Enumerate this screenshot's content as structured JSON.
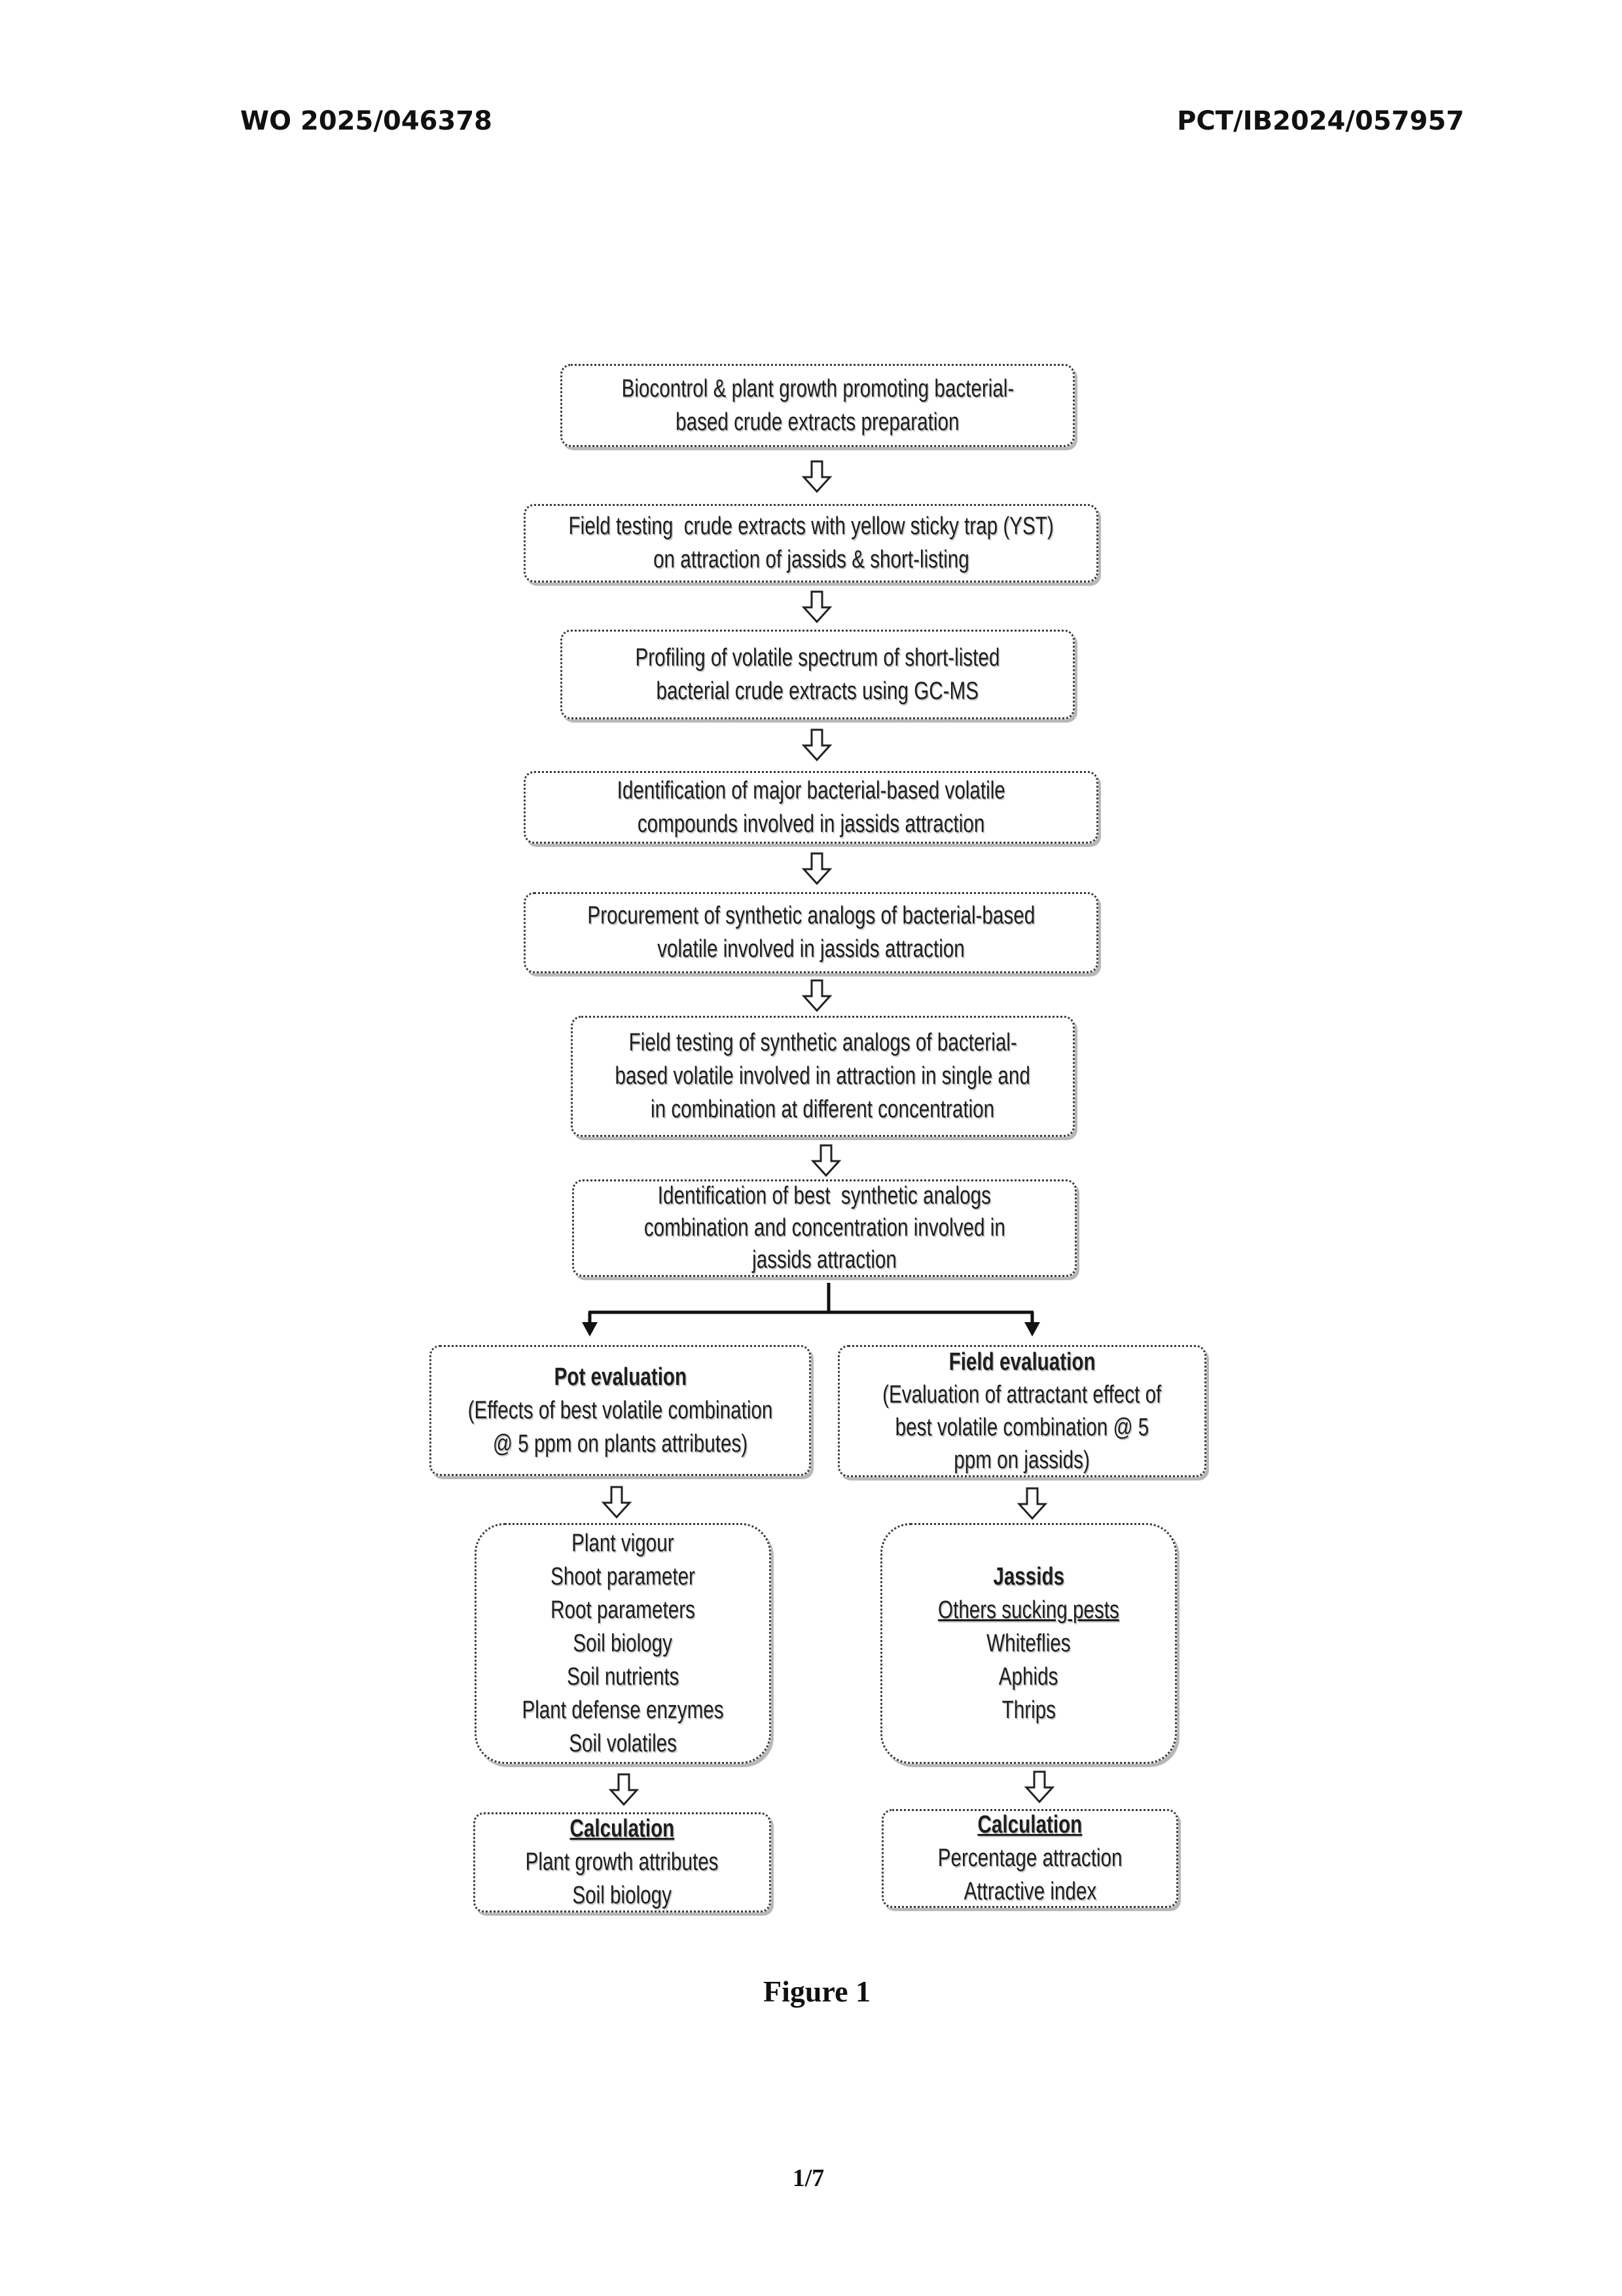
{
  "header": {
    "publication_number": "WO 2025/046378",
    "application_number": "PCT/IB2024/057957"
  },
  "flowchart": {
    "steps": [
      [
        "Biocontrol & plant growth promoting bacterial-",
        "based crude extracts preparation"
      ],
      [
        "Field testing  crude extracts with yellow sticky trap (YST)",
        "on attraction of jassids & short-listing"
      ],
      [
        "Profiling of volatile spectrum of short-listed",
        "bacterial crude extracts using GC-MS"
      ],
      [
        "Identification of major bacterial-based volatile",
        "compounds involved in jassids attraction"
      ],
      [
        "Procurement of synthetic analogs of bacterial-based",
        "volatile involved in jassids attraction"
      ],
      [
        "Field testing of synthetic analogs of bacterial-",
        "based volatile involved in attraction in single and",
        "in combination at different concentration"
      ],
      [
        "Identification of best  synthetic analogs",
        "combination and concentration involved in",
        "jassids attraction"
      ]
    ],
    "pot_evaluation": {
      "title": "Pot evaluation",
      "lines": [
        "(Effects of best volatile combination",
        "@ 5 ppm on plants attributes)"
      ]
    },
    "field_evaluation": {
      "title": "Field evaluation",
      "lines": [
        "(Evaluation of attractant effect of",
        "best volatile combination @ 5",
        "ppm on jassids)"
      ]
    },
    "pot_parameters": [
      "Plant vigour",
      "Shoot parameter",
      "Root parameters",
      "Soil biology",
      "Soil nutrients",
      "Plant defense enzymes",
      "Soil volatiles"
    ],
    "field_targets": {
      "title": "Jassids",
      "subtitle": "Others sucking pests",
      "items": [
        "Whiteflies",
        "Aphids",
        "Thrips"
      ]
    },
    "pot_calculation": {
      "title": "Calculation",
      "items": [
        "Plant growth attributes",
        "Soil biology"
      ]
    },
    "field_calculation": {
      "title": "Calculation",
      "items": [
        "Percentage attraction",
        "Attractive index"
      ]
    }
  },
  "figure_caption": "Figure 1",
  "page_number": "1/7"
}
